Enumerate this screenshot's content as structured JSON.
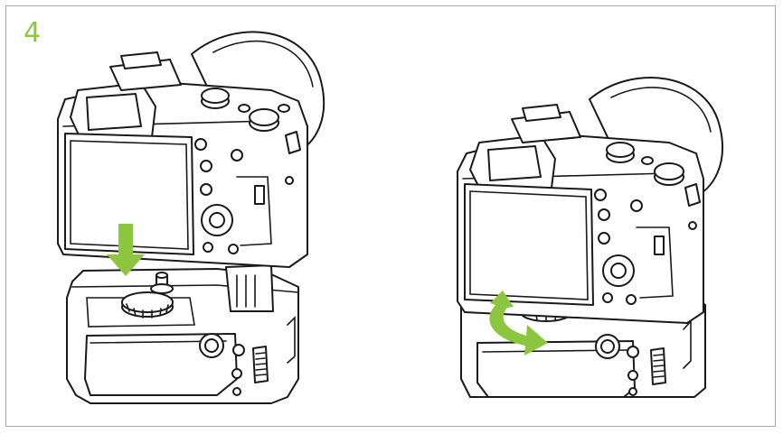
{
  "step": {
    "number": "4"
  },
  "colors": {
    "accent": "#8cc63f",
    "line": "#1a1a1a",
    "frame": "#a9a9a9"
  },
  "panels": [
    {
      "name": "attach-grip",
      "arrow": "down-arrow-icon"
    },
    {
      "name": "tighten-screw",
      "arrow": "rotate-arrow-icon"
    }
  ]
}
